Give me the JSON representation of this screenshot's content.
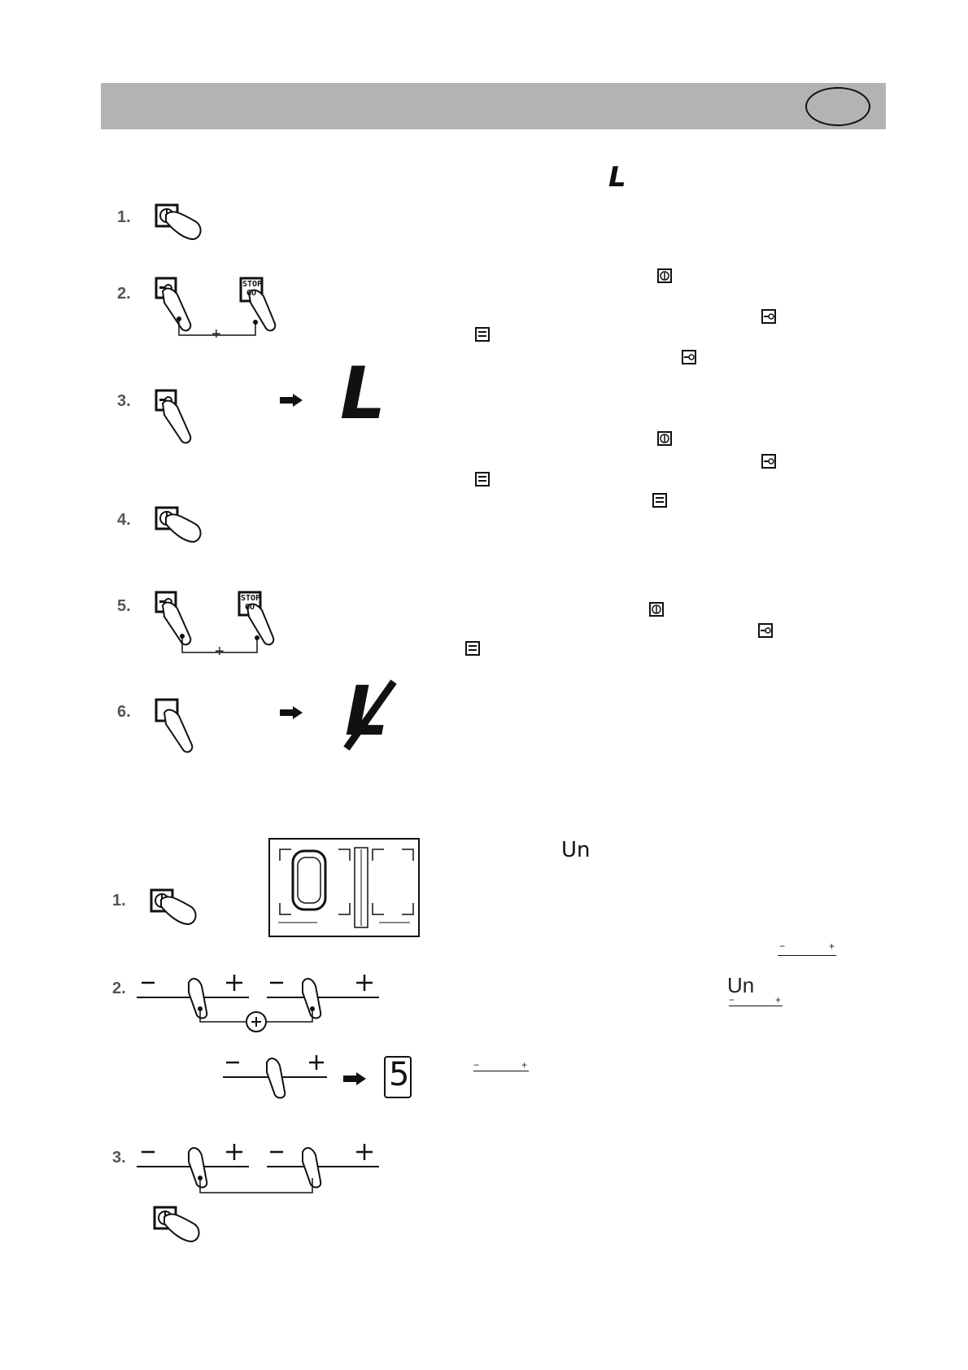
{
  "header": {
    "language_badge": ""
  },
  "section_lock": {
    "intro_display_char": "L",
    "steps": [
      {
        "number": "1."
      },
      {
        "number": "2.",
        "plus_label": "+",
        "stop_key_label_top": "STOP",
        "stop_key_label_bottom": "GO"
      },
      {
        "number": "3.",
        "display_char": "L"
      },
      {
        "number": "4."
      },
      {
        "number": "5.",
        "plus_label": "+",
        "stop_key_label_top": "STOP",
        "stop_key_label_bottom": "GO"
      },
      {
        "number": "6.",
        "display_char": "L"
      }
    ]
  },
  "section_power": {
    "intro_display": "Un",
    "steps": [
      {
        "number": "1."
      },
      {
        "number": "2.",
        "display_digit": "5",
        "minus_label": "−",
        "plus_label": "+"
      },
      {
        "number": "3."
      }
    ],
    "right_display": "Un",
    "inline_minus": "−",
    "inline_plus": "+"
  },
  "colors": {
    "header_bar": "#b3b3b3",
    "ink": "#111111",
    "step_number": "#555555"
  }
}
